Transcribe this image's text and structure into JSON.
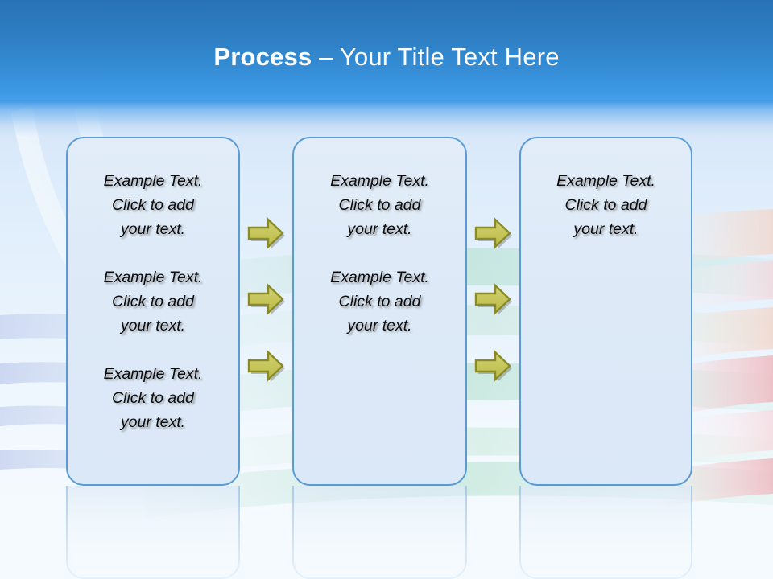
{
  "slide": {
    "title": {
      "strong": "Process",
      "rest": " – Your Title Text Here"
    },
    "theme": {
      "header_top": "#2a72b6",
      "header_bottom": "#3c98e6",
      "box_fill": "#dde9f7",
      "box_border": "#5b9bd5",
      "arrow_fill": "#c5c55a",
      "arrow_outline": "#8a8a28",
      "title_color": "#ffffff",
      "body_text_color": "#0d0d0d",
      "background": "#eaf4fd"
    },
    "boxes": [
      {
        "name": "process-box-1",
        "paragraphs": [
          "Example Text.\nClick  to add\nyour text.",
          "Example Text.\nClick  to add\nyour text.",
          "Example Text.\nClick  to add\nyour text."
        ]
      },
      {
        "name": "process-box-2",
        "paragraphs": [
          "Example Text.\nClick  to add\nyour text.",
          "Example Text.\nClick  to add\nyour text."
        ]
      },
      {
        "name": "process-box-3",
        "paragraphs": [
          "Example Text.\nClick  to add\nyour text."
        ]
      }
    ],
    "connectors": [
      {
        "group": "gap-1",
        "icon": "right-arrow-icon",
        "count": 3
      },
      {
        "group": "gap-2",
        "icon": "right-arrow-icon",
        "count": 3
      }
    ]
  }
}
